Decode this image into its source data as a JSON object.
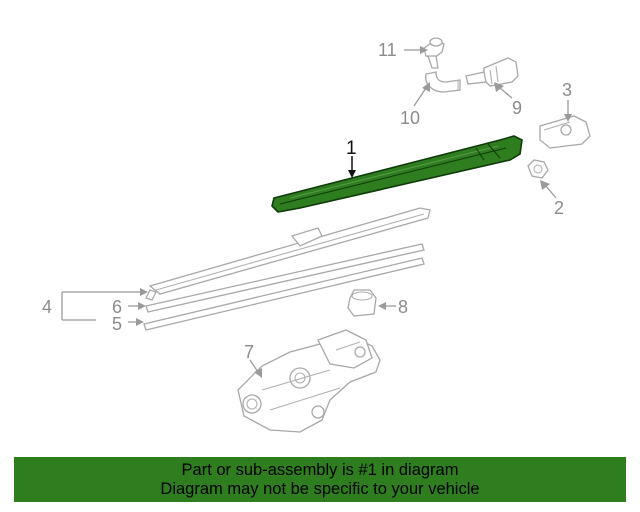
{
  "diagram": {
    "callouts": {
      "c1": "1",
      "c2": "2",
      "c3": "3",
      "c4": "4",
      "c5": "5",
      "c6": "6",
      "c7": "7",
      "c8": "8",
      "c9": "9",
      "c10": "10",
      "c11": "11"
    },
    "highlight_color": "#2e7d1e",
    "highlighted_part": "1"
  },
  "banner": {
    "line1": "Part or sub-assembly is #1 in diagram",
    "line2": "Diagram may not be specific to your vehicle",
    "background": "#2e7d1e"
  }
}
